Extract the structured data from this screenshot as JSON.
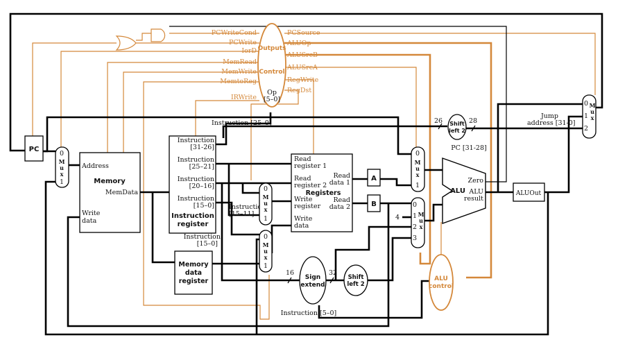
{
  "colors": {
    "control": "#d4883a",
    "datapath": "#000000"
  },
  "control_unit": {
    "outputs": "Outputs",
    "control": "Control",
    "op": "Op",
    "op_bits": "[5–0]"
  },
  "control_signals_left": [
    "PCWriteCond",
    "PCWrite",
    "IorD",
    "MemRead",
    "MemWrite",
    "MemtoReg",
    "IRWrite"
  ],
  "control_signals_right": [
    "PCSource",
    "ALUOp",
    "ALUSrcB",
    "ALUSrcA",
    "RegWrite",
    "RegDst"
  ],
  "pc": "PC",
  "mux": {
    "m": "M",
    "u": "u",
    "x": "x",
    "in0": "0",
    "in1": "1",
    "in2": "2",
    "in3": "3"
  },
  "memory": {
    "title": "Memory",
    "address": "Address",
    "memdata": "MemData",
    "write": "Write",
    "data": "data"
  },
  "instruction_register": {
    "title_1": "Instruction",
    "title_2": "register",
    "f1a": "Instruction",
    "f1b": "[31-26]",
    "f2a": "Instruction",
    "f2b": "[25–21]",
    "f3a": "Instruction",
    "f3b": "[20–16]",
    "f4a": "Instruction",
    "f4b": "[15–0]"
  },
  "instr_labels": {
    "i25_0": "Instruction [25–0]",
    "i15_11_a": "Instruction",
    "i15_11_b": "[15–11]",
    "i15_0_a": "Instruction",
    "i15_0_b": "[15–0]",
    "i5_0": "Instruction [5–0]"
  },
  "mdr": {
    "l1": "Memory",
    "l2": "data",
    "l3": "register"
  },
  "registers": {
    "title": "Registers",
    "rr1a": "Read",
    "rr1b": "register 1",
    "rr2a": "Read",
    "rr2b": "register 2",
    "wra": "Write",
    "wrb": "register",
    "wda": "Write",
    "wdb": "data",
    "rd1a": "Read",
    "rd1b": "data 1",
    "rd2a": "Read",
    "rd2b": "data 2"
  },
  "reg_a": "A",
  "reg_b": "B",
  "shift_left_2": {
    "l1": "Shift",
    "l2": "left 2"
  },
  "sign_extend": {
    "l1": "Sign",
    "l2": "extend"
  },
  "widths": {
    "w26": "26",
    "w28": "28",
    "w16": "16",
    "w32": "32",
    "w4": "4"
  },
  "pc_31_28": "PC [31-28]",
  "jump_address": {
    "l1": "Jump",
    "l2": "address [31-0]"
  },
  "alu": {
    "title": "ALU",
    "zero": "Zero",
    "result_1": "ALU",
    "result_2": "result"
  },
  "alu_out": "ALUOut",
  "alu_control": {
    "l1": "ALU",
    "l2": "control"
  }
}
